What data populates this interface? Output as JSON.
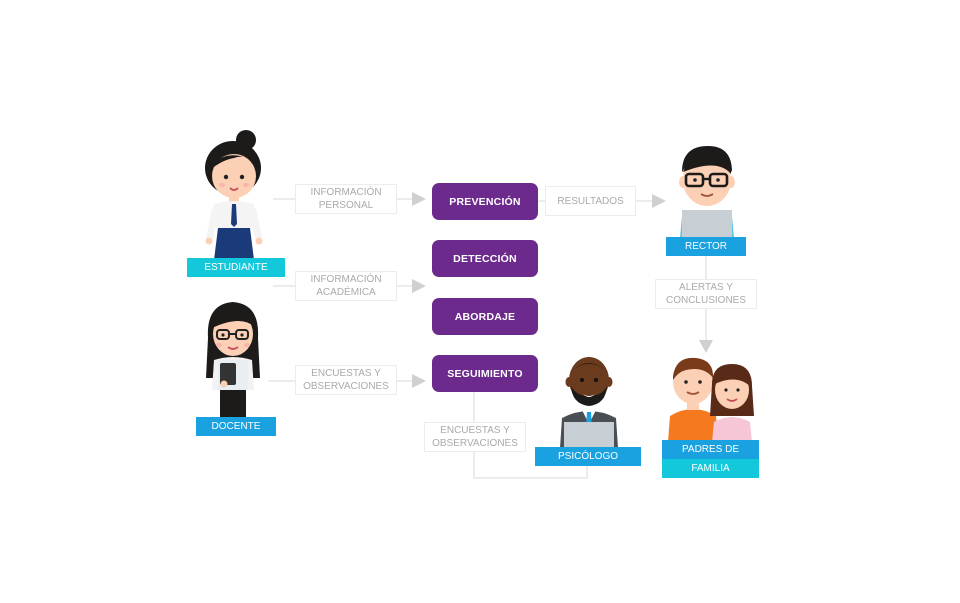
{
  "roles": {
    "estudiante": "ESTUDIANTE",
    "docente": "DOCENTE",
    "rector": "RECTOR",
    "psicologo": "PSICÓLOGO",
    "padres_line1": "PADRES DE",
    "padres_line2": "FAMILIA"
  },
  "steps": {
    "prevencion": "PREVENCIÓN",
    "deteccion": "DETECCIÓN",
    "abordaje": "ABORDAJE",
    "seguimiento": "SEGUIMIENTO"
  },
  "labels": {
    "info_personal_l1": "INFORMACIÓN",
    "info_personal_l2": "PERSONAL",
    "info_academica_l1": "INFORMACIÓN",
    "info_academica_l2": "ACADÉMICA",
    "encuestas_l1": "ENCUESTAS Y",
    "encuestas_l2": "OBSERVACIONES",
    "resultados": "RESULTADOS",
    "alertas_l1": "ALERTAS Y",
    "alertas_l2": "CONCLUSIONES",
    "encuestas2_l1": "ENCUESTAS Y",
    "encuestas2_l2": "OBSERVACIONES"
  },
  "colors": {
    "step_purple": "#6c2a8c",
    "tag_cyan": "#14c8dc",
    "tag_blue": "#1aa1e0",
    "connector_gray": "#e4e4e4",
    "arrow_gray": "#cfcfcf",
    "label_text": "#aaaaaa"
  }
}
